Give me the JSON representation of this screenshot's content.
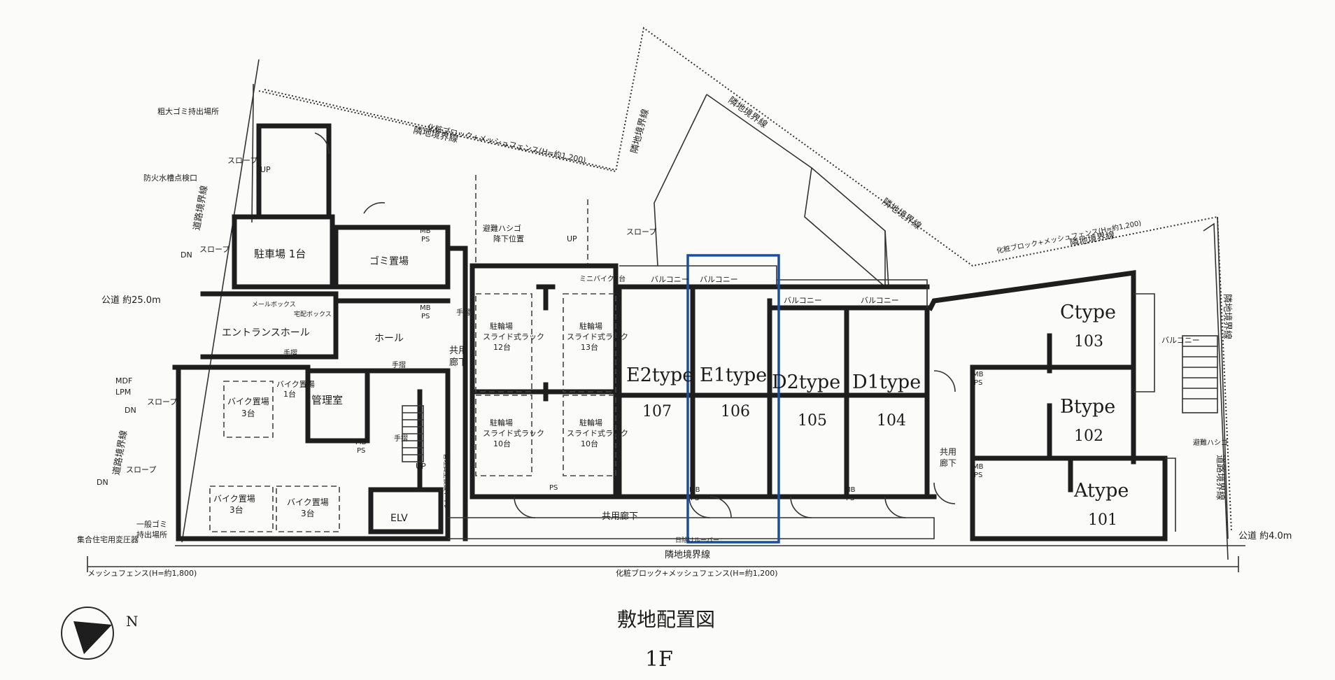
{
  "units": {
    "e2": {
      "type": "E2type",
      "number": "107"
    },
    "e1": {
      "type": "E1type",
      "number": "106"
    },
    "d2": {
      "type": "D2type",
      "number": "105"
    },
    "d1": {
      "type": "D1type",
      "number": "104"
    },
    "c": {
      "type": "Ctype",
      "number": "103"
    },
    "b": {
      "type": "Btype",
      "number": "102"
    },
    "a": {
      "type": "Atype",
      "number": "101"
    }
  },
  "rooms": {
    "parking": "駐車場 1台",
    "garbage": "ゴミ置場",
    "entrance": "エントランスホール",
    "hall": "ホール",
    "manager": "管理室",
    "bike_small": "バイク置場",
    "bike_1": "1台",
    "bike_3a_l1": "バイク置場",
    "bike_3a_l2": "3台",
    "bike_3b_l1": "バイク置場",
    "bike_3b_l2": "3台",
    "bike_3c_l1": "バイク置場",
    "bike_3c_l2": "3台",
    "elv": "ELV",
    "bicycle_tl_1": "駐輪場",
    "bicycle_tl_2": "スライド式ラック",
    "bicycle_tl_3": "12台",
    "bicycle_tr_1": "駐輪場",
    "bicycle_tr_2": "スライド式ラック",
    "bicycle_tr_3": "13台",
    "bicycle_bl_1": "駐輪場",
    "bicycle_bl_2": "スライド式ラック",
    "bicycle_bl_3": "10台",
    "bicycle_br_1": "駐輪場",
    "bicycle_br_2": "スライド式ラック",
    "bicycle_br_3": "10台",
    "corridor_bottom": "共用廊下",
    "corridor_vert_1": "共用",
    "corridor_vert_2": "廊下",
    "corridor_right_1": "共用",
    "corridor_right_2": "廊下",
    "minibike": "ミニバイク1台",
    "mailbox": "メールボックス",
    "delivery_box": "宅配ボックス",
    "temp_toilet": "管理員室仮設トイレ",
    "ps": "PS",
    "mb": "MB"
  },
  "labels": {
    "balcony": "バルコニー",
    "neighbor_boundary": "隣地境界線",
    "road_boundary": "道路境界線",
    "fence_block_top": "化粧ブロック+メッシュフェンス(H=約1,200)",
    "fence_block_right": "化粧ブロック+メッシュフェンス(H=約1,200)",
    "fence_block_bottom": "化粧ブロック+メッシュフェンス(H=約1,200)",
    "mesh_fence": "メッシュフェンス(H=約1,800)",
    "public_road_west": "公道 約25.0m",
    "public_road_east": "公道 約4.0m",
    "large_garbage": "粗大ゴミ持出場所",
    "fire_tank": "防火水槽点検口",
    "slope": "スロープ",
    "up": "UP",
    "dn": "DN",
    "mdf": "MDF",
    "lpm": "LPM",
    "garbage_out_1": "一般ゴミ",
    "garbage_out_2": "持出場所",
    "transformer": "集合住宅用変圧器",
    "handrail": "手摺",
    "evac_ladder_1": "避難ハシゴ",
    "evac_ladder_2": "降下位置",
    "evac_ladder_right": "避難ハシゴ",
    "wheel_stop": "日除けルーバー",
    "compass": "N"
  },
  "caption": {
    "title": "敷地配置図",
    "floor": "1F"
  },
  "highlight_color": "#1a4fa0"
}
